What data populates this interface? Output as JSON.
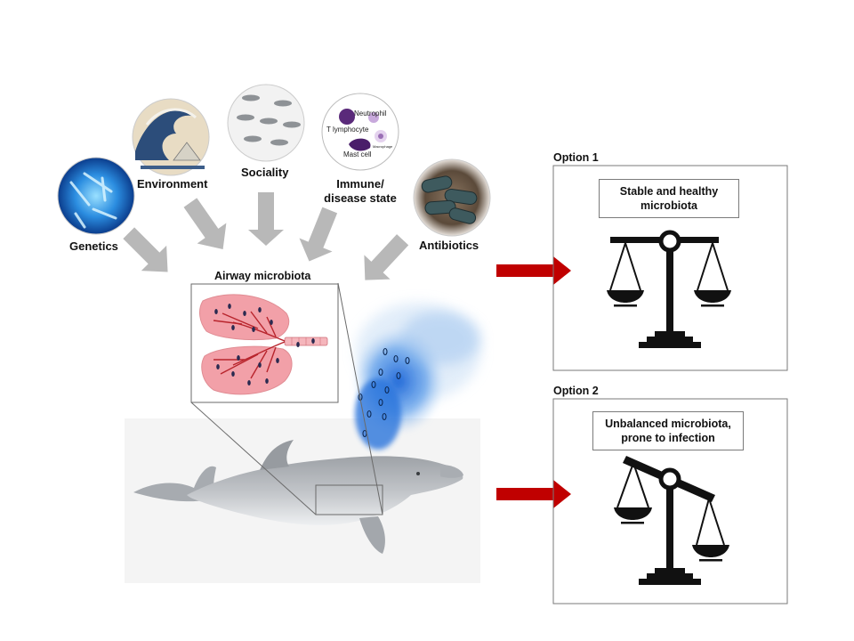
{
  "factors": {
    "genetics": "Genetics",
    "environment": "Environment",
    "sociality": "Sociality",
    "immune_line1": "Immune/",
    "immune_line2": "disease state",
    "antibiotics": "Antibiotics"
  },
  "immune_cells": {
    "neutrophil": "Neutrophil",
    "t_lymphocyte": "T lymphocyte",
    "macrophage": "Macrophage",
    "mast_cell": "Mast cell"
  },
  "airway_label": "Airway microbiota",
  "option1": {
    "title": "Option 1",
    "status_line1": "Stable and healthy",
    "status_line2": "microbiota"
  },
  "option2": {
    "title": "Option 2",
    "status_line1": "Unbalanced microbiota,",
    "status_line2": "prone to infection"
  },
  "colors": {
    "factor_arrow": "#b8b8b8",
    "outcome_arrow": "#c00000",
    "scale": "#111111",
    "lung": "#f2a0a8",
    "blow_spray": "#1e6fd9",
    "dolphin_body": "#b9bcc0"
  }
}
